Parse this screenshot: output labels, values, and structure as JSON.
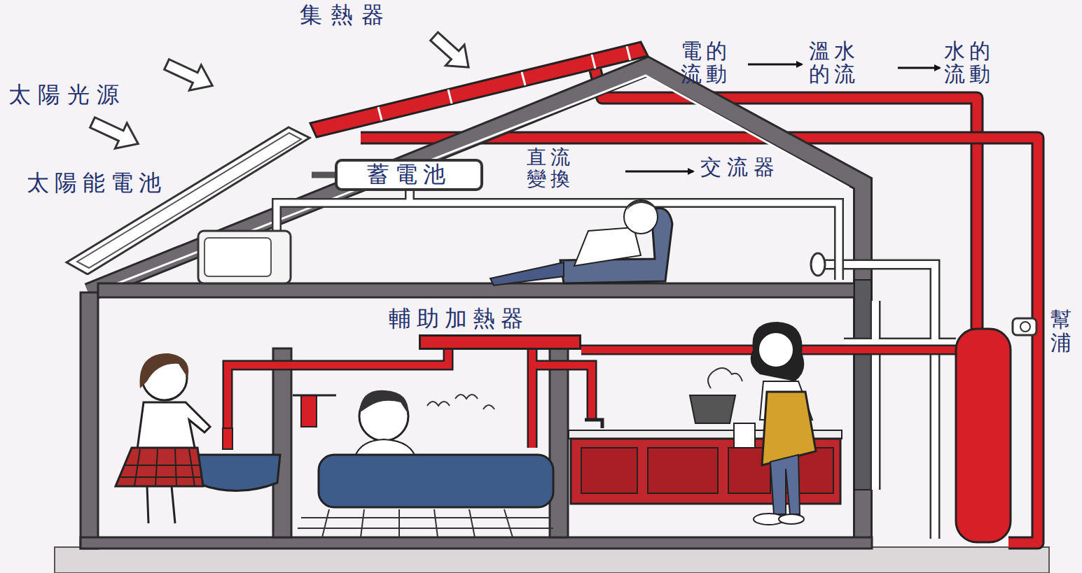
{
  "diagram": {
    "nodes": [
      {
        "text": [
          "太陽能電池"
        ]
      },
      {
        "text": [
          "蓄電池"
        ]
      },
      {
        "text": [
          "輔助加熱器"
        ]
      }
    ],
    "edges": [
      {
        "from": 0,
        "to": 1,
        "arrow": "none"
      }
    ],
    "labels": [
      "集熱器",
      "太陽光源",
      "直流 變換",
      "交流器",
      "電的 流動",
      "溫水 的流",
      "水的 流動",
      "幫浦"
    ]
  }
}
